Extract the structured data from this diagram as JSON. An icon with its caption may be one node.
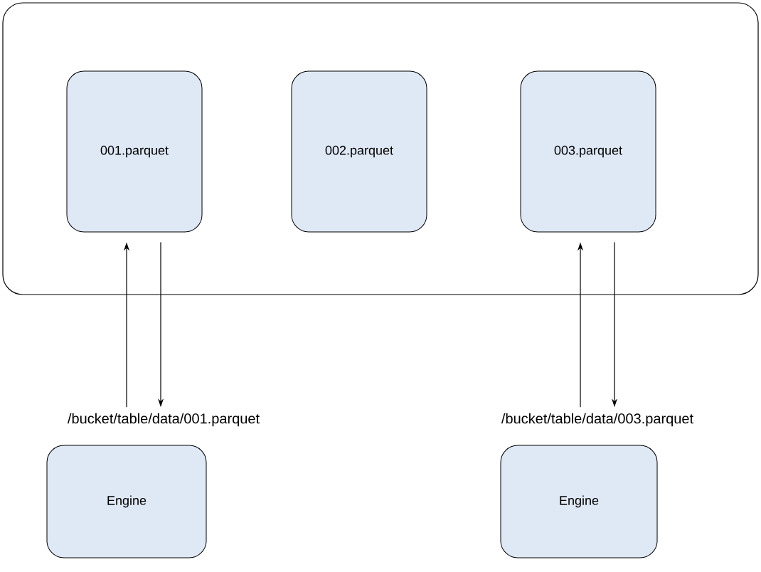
{
  "diagram": {
    "nodes": [
      {
        "text": [],
        "shape": "box"
      },
      {
        "text": [
          "001.parquet"
        ],
        "in": 0
      },
      {
        "text": [
          "002.parquet"
        ],
        "in": 0
      },
      {
        "text": [
          "003.parquet"
        ],
        "in": 0
      },
      {
        "text": [
          "/bucket/table/data/001.parquet"
        ]
      },
      {
        "text": [
          "Engine"
        ]
      },
      {
        "text": [
          "/bucket/table/data/003.parquet"
        ]
      },
      {
        "text": [
          "Engine"
        ]
      }
    ],
    "edges": [
      {
        "from": 4,
        "to": 1,
        "arrow": "to"
      },
      {
        "from": 1,
        "to": 4,
        "arrow": "to"
      },
      {
        "from": 6,
        "to": 3,
        "arrow": "to"
      },
      {
        "from": 3,
        "to": 6,
        "arrow": "to"
      }
    ]
  }
}
